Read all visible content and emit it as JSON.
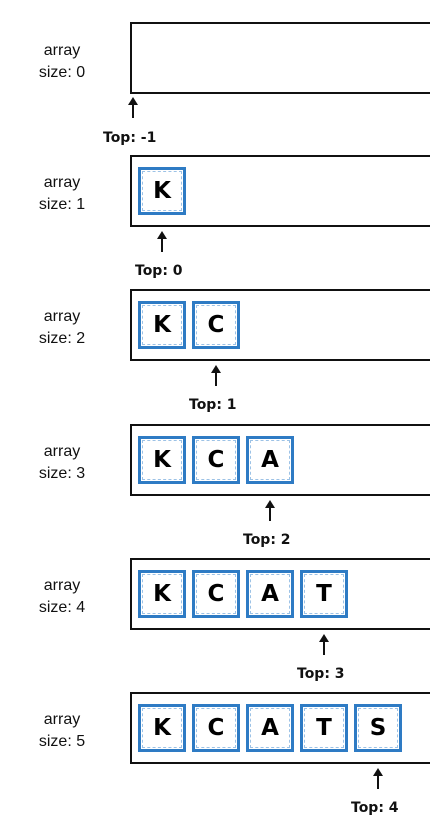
{
  "rows": [
    {
      "label_line1": "array",
      "label_line2": "size: 0",
      "cells": [],
      "top_label": "Top: -1"
    },
    {
      "label_line1": "array",
      "label_line2": "size: 1",
      "cells": [
        "K"
      ],
      "top_label": "Top: 0"
    },
    {
      "label_line1": "array",
      "label_line2": "size: 2",
      "cells": [
        "K",
        "C"
      ],
      "top_label": "Top: 1"
    },
    {
      "label_line1": "array",
      "label_line2": "size: 3",
      "cells": [
        "K",
        "C",
        "A"
      ],
      "top_label": "Top: 2"
    },
    {
      "label_line1": "array",
      "label_line2": "size: 4",
      "cells": [
        "K",
        "C",
        "A",
        "T"
      ],
      "top_label": "Top: 3"
    },
    {
      "label_line1": "array",
      "label_line2": "size: 5",
      "cells": [
        "K",
        "C",
        "A",
        "T",
        "S"
      ],
      "top_label": "Top: 4"
    }
  ],
  "colors": {
    "cell_border": "#2e7bc4",
    "box_border": "#111111"
  }
}
